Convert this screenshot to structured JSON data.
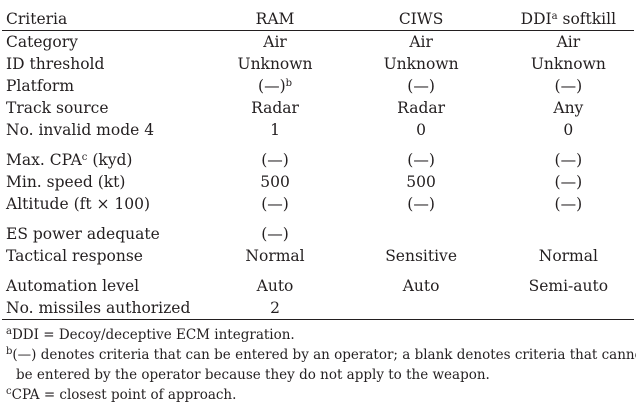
{
  "headers": {
    "criteria": "Criteria",
    "ram": "RAM",
    "ciws": "CIWS",
    "ddi_prefix": "DDI",
    "ddi_sup": "a",
    "ddi_suffix": " softkill"
  },
  "rows": [
    {
      "label": "Category",
      "ram": "Air",
      "ciws": "Air",
      "ddi": "Air"
    },
    {
      "label": "ID threshold",
      "ram": "Unknown",
      "ciws": "Unknown",
      "ddi": "Unknown"
    },
    {
      "label": "Platform",
      "ram": "(—)",
      "ram_sup": "b",
      "ciws": "(—)",
      "ddi": "(—)"
    },
    {
      "label": "Track source",
      "ram": "Radar",
      "ciws": "Radar",
      "ddi": "Any"
    },
    {
      "label": "No. invalid mode 4",
      "ram": "1",
      "ciws": "0",
      "ddi": "0"
    },
    {
      "label_prefix": "Max. CPA",
      "label_sup": "c",
      "label_suffix": " (kyd)",
      "ram": "(—)",
      "ciws": "(—)",
      "ddi": "(—)"
    },
    {
      "label": "Min. speed (kt)",
      "ram": "500",
      "ciws": "500",
      "ddi": "(—)"
    },
    {
      "label": "Altitude (ft × 100)",
      "ram": "(—)",
      "ciws": "(—)",
      "ddi": "(—)"
    },
    {
      "label": "ES power adequate",
      "ram": "(—)",
      "ciws": "",
      "ddi": ""
    },
    {
      "label": "Tactical response",
      "ram": "Normal",
      "ciws": "Sensitive",
      "ddi": "Normal"
    },
    {
      "label": "Automation level",
      "ram": "Auto",
      "ciws": "Auto",
      "ddi": "Semi-auto"
    },
    {
      "label": "No. missiles authorized",
      "ram": "2",
      "ciws": "",
      "ddi": ""
    }
  ],
  "footnotes": {
    "a_mark": "a",
    "a_text": "DDI = Decoy/deceptive ECM integration.",
    "b_mark": "b",
    "b_line1": "(—) denotes criteria that can be entered by an operator; a blank denotes criteria that cannot",
    "b_line2": "be entered by the operator because they do not apply to the weapon.",
    "c_mark": "c",
    "c_text": "CPA = closest point of approach."
  }
}
